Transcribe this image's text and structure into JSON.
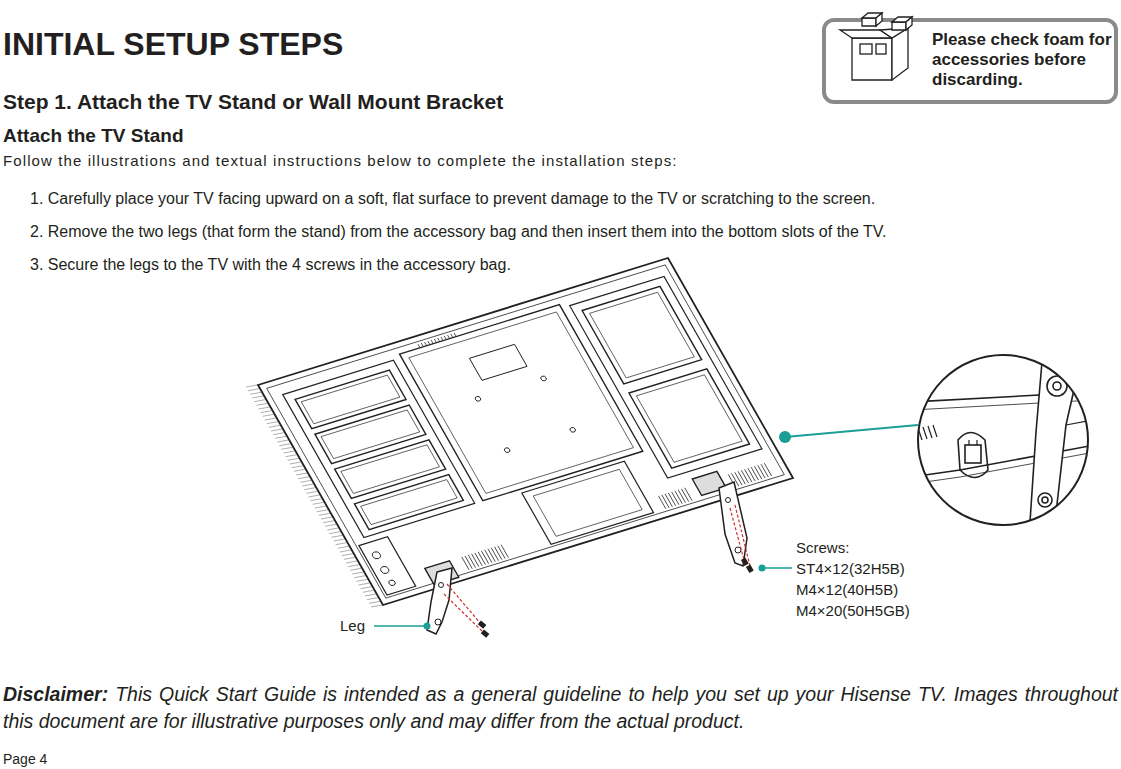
{
  "diagram": {
    "title": "INITIAL SETUP STEPS",
    "nodes": [
      {
        "text": [
          "Please check foam for accessories before discarding."
        ]
      }
    ],
    "labels": [
      "Step 1. Attach the TV Stand or Wall Mount Bracket",
      "Attach the TV Stand",
      "Follow the illustrations and textual instructions below to complete the installation steps:",
      "1. Carefully place your TV facing upward on a soft, flat surface to prevent damage to the TV or scratching to the screen.",
      "2.  Remove the two legs (that form the stand) from the accessory bag and then insert them into the bottom slots of the TV.",
      "3. Secure the legs to the TV with the 4 screws in the accessory bag.",
      "Screws:",
      "ST4×12(32H5B)",
      "M4×12(40H5B)",
      "M4×20(50H5GB)",
      "Leg",
      "Disclaimer:",
      "This Quick Start Guide is intended as a general guideline to help you set up your Hisense TV. Images throughout this document are for illustrative purposes only and may differ from the actual product.",
      "Page 4"
    ]
  }
}
